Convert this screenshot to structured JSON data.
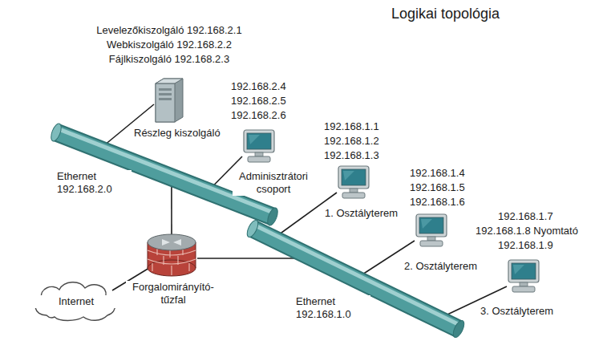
{
  "diagram": {
    "title": "Logikai topológia",
    "nodes": [
      {
        "text": [
          "Internet"
        ]
      },
      {
        "text": [
          "Ethernet 192.168.2.0"
        ]
      },
      {
        "text": [
          "Levelezőkiszolgáló 192.168.2.1",
          "Webkiszolgáló 192.168.2.2",
          "Fájlkiszolgáló 192.168.2.3",
          "Részleg kiszolgáló"
        ]
      },
      {
        "text": [
          "192.168.2.4",
          "192.168.2.5",
          "192.168.2.6",
          "Adminisztrátori csoport"
        ]
      },
      {
        "text": [
          "Forgalomirányító-tűzfal"
        ]
      },
      {
        "text": [
          "Ethernet 192.168.1.0"
        ]
      },
      {
        "text": [
          "192.168.1.1",
          "192.168.1.2",
          "192.168.1.3",
          "1. Osztályterem"
        ]
      },
      {
        "text": [
          "192.168.1.4",
          "192.168.1.5",
          "192.168.1.6",
          "2. Osztályterem"
        ]
      },
      {
        "text": [
          "192.168.1.7",
          "192.168.1.8 Nyomtató",
          "192.168.1.9",
          "3. Osztályterem"
        ]
      }
    ],
    "edges": [
      {
        "from": 0,
        "to": 4,
        "arrow": "none"
      },
      {
        "from": 4,
        "to": 1,
        "arrow": "none"
      },
      {
        "from": 4,
        "to": 5,
        "arrow": "none"
      },
      {
        "from": 2,
        "to": 1,
        "arrow": "none"
      },
      {
        "from": 3,
        "to": 1,
        "arrow": "none"
      },
      {
        "from": 6,
        "to": 5,
        "arrow": "none"
      },
      {
        "from": 7,
        "to": 5,
        "arrow": "none"
      },
      {
        "from": 8,
        "to": 5,
        "arrow": "none"
      }
    ]
  }
}
